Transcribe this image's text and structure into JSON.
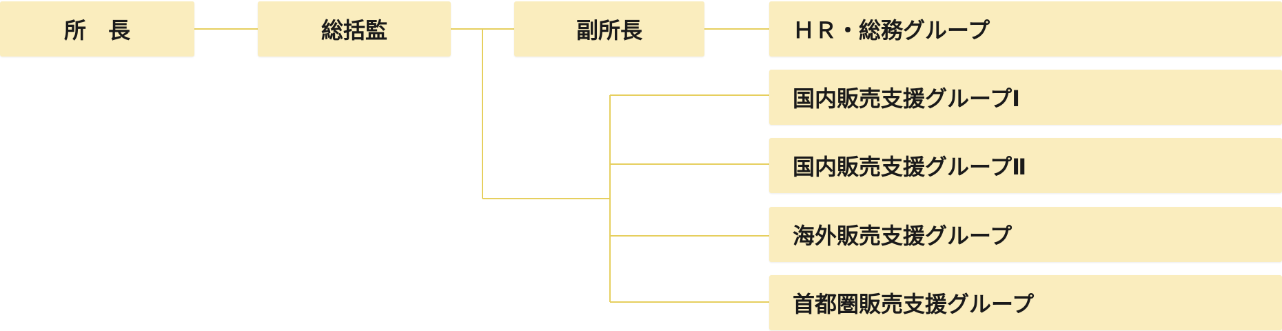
{
  "org": {
    "director": "所　長",
    "general_supervisor": "総括監",
    "deputy_director": "副所長",
    "groups": [
      "ＨＲ・総務グループ",
      "国内販売支援グループⅠ",
      "国内販売支援グループⅡ",
      "海外販売支援グループ",
      "首都圏販売支援グループ"
    ]
  },
  "colors": {
    "box_fill": "#faedbe",
    "connector": "#e6cf5e",
    "text": "#1a1a1a"
  }
}
